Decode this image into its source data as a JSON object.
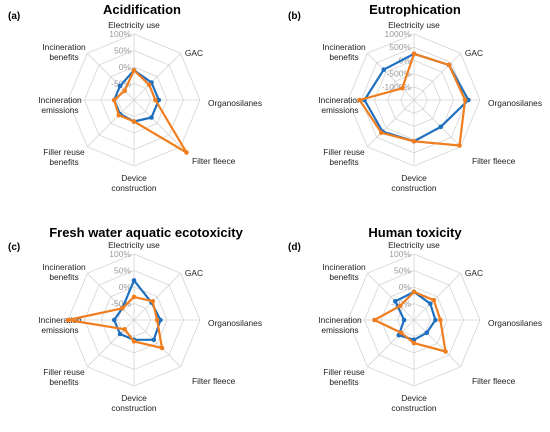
{
  "chart_data": [
    {
      "type": "radar",
      "panel_label": "(a)",
      "title": "Acidification",
      "axes": [
        "Electricity use",
        "GAC",
        "Organosilanes",
        "Filter fleece",
        "Device construction",
        "Filler reuse benefits",
        "Incineration emissions",
        "Incineration benefits"
      ],
      "tick_labels": [
        "100%",
        "50%",
        "0%",
        "-50%"
      ],
      "rlim": [
        -100,
        100
      ],
      "series": [
        {
          "color": "#1f6fbf",
          "values": [
            -10,
            -25,
            -25,
            -25,
            -35,
            -40,
            -40,
            -40
          ]
        },
        {
          "color": "#f07d1e",
          "values": [
            -10,
            -35,
            -35,
            125,
            -35,
            -35,
            -40,
            -60
          ]
        }
      ]
    },
    {
      "type": "radar",
      "panel_label": "(b)",
      "title": "Eutrophication",
      "axes": [
        "Electricity use",
        "GAC",
        "Organosilanes",
        "Filter fleece",
        "Device construction",
        "Filler reuse benefits",
        "Incineration emissions",
        "Incineration benefits"
      ],
      "tick_labels": [
        "1000%",
        "500%",
        "0%",
        "-500%",
        "-1000%"
      ],
      "rlim": [
        -1000,
        1000
      ],
      "series": [
        {
          "color": "#1f6fbf",
          "values": [
            400,
            500,
            650,
            150,
            250,
            350,
            500,
            300
          ]
        },
        {
          "color": "#f07d1e",
          "values": [
            400,
            500,
            550,
            950,
            250,
            400,
            650,
            -500
          ]
        }
      ]
    },
    {
      "type": "radar",
      "panel_label": "(c)",
      "title": "Fresh water aquatic ecotoxicity",
      "axes": [
        "Electricity use",
        "GAC",
        "Organosilanes",
        "Filter fleece",
        "Device construction",
        "Filler reuse benefits",
        "Incineration emissions",
        "Incineration benefits"
      ],
      "tick_labels": [
        "100%",
        "50%",
        "0%",
        "-50%"
      ],
      "rlim": [
        -100,
        100
      ],
      "series": [
        {
          "color": "#1f6fbf",
          "values": [
            20,
            -25,
            -20,
            -15,
            -40,
            -40,
            -40,
            -50
          ]
        },
        {
          "color": "#f07d1e",
          "values": [
            -30,
            -20,
            -30,
            20,
            -35,
            -60,
            100,
            -50
          ]
        }
      ]
    },
    {
      "type": "radar",
      "panel_label": "(d)",
      "title": "Human toxicity",
      "axes": [
        "Electricity use",
        "GAC",
        "Organosilanes",
        "Filter fleece",
        "Device construction",
        "Filler reuse benefits",
        "Incineration emissions",
        "Incineration benefits"
      ],
      "tick_labels": [
        "100%",
        "50%",
        "0%",
        "-50%"
      ],
      "rlim": [
        -100,
        100
      ],
      "series": [
        {
          "color": "#1f6fbf",
          "values": [
            -15,
            -30,
            -35,
            -45,
            -40,
            -35,
            -70,
            -20
          ]
        },
        {
          "color": "#f07d1e",
          "values": [
            -15,
            -15,
            -20,
            35,
            -30,
            -45,
            20,
            -40
          ]
        }
      ]
    }
  ]
}
